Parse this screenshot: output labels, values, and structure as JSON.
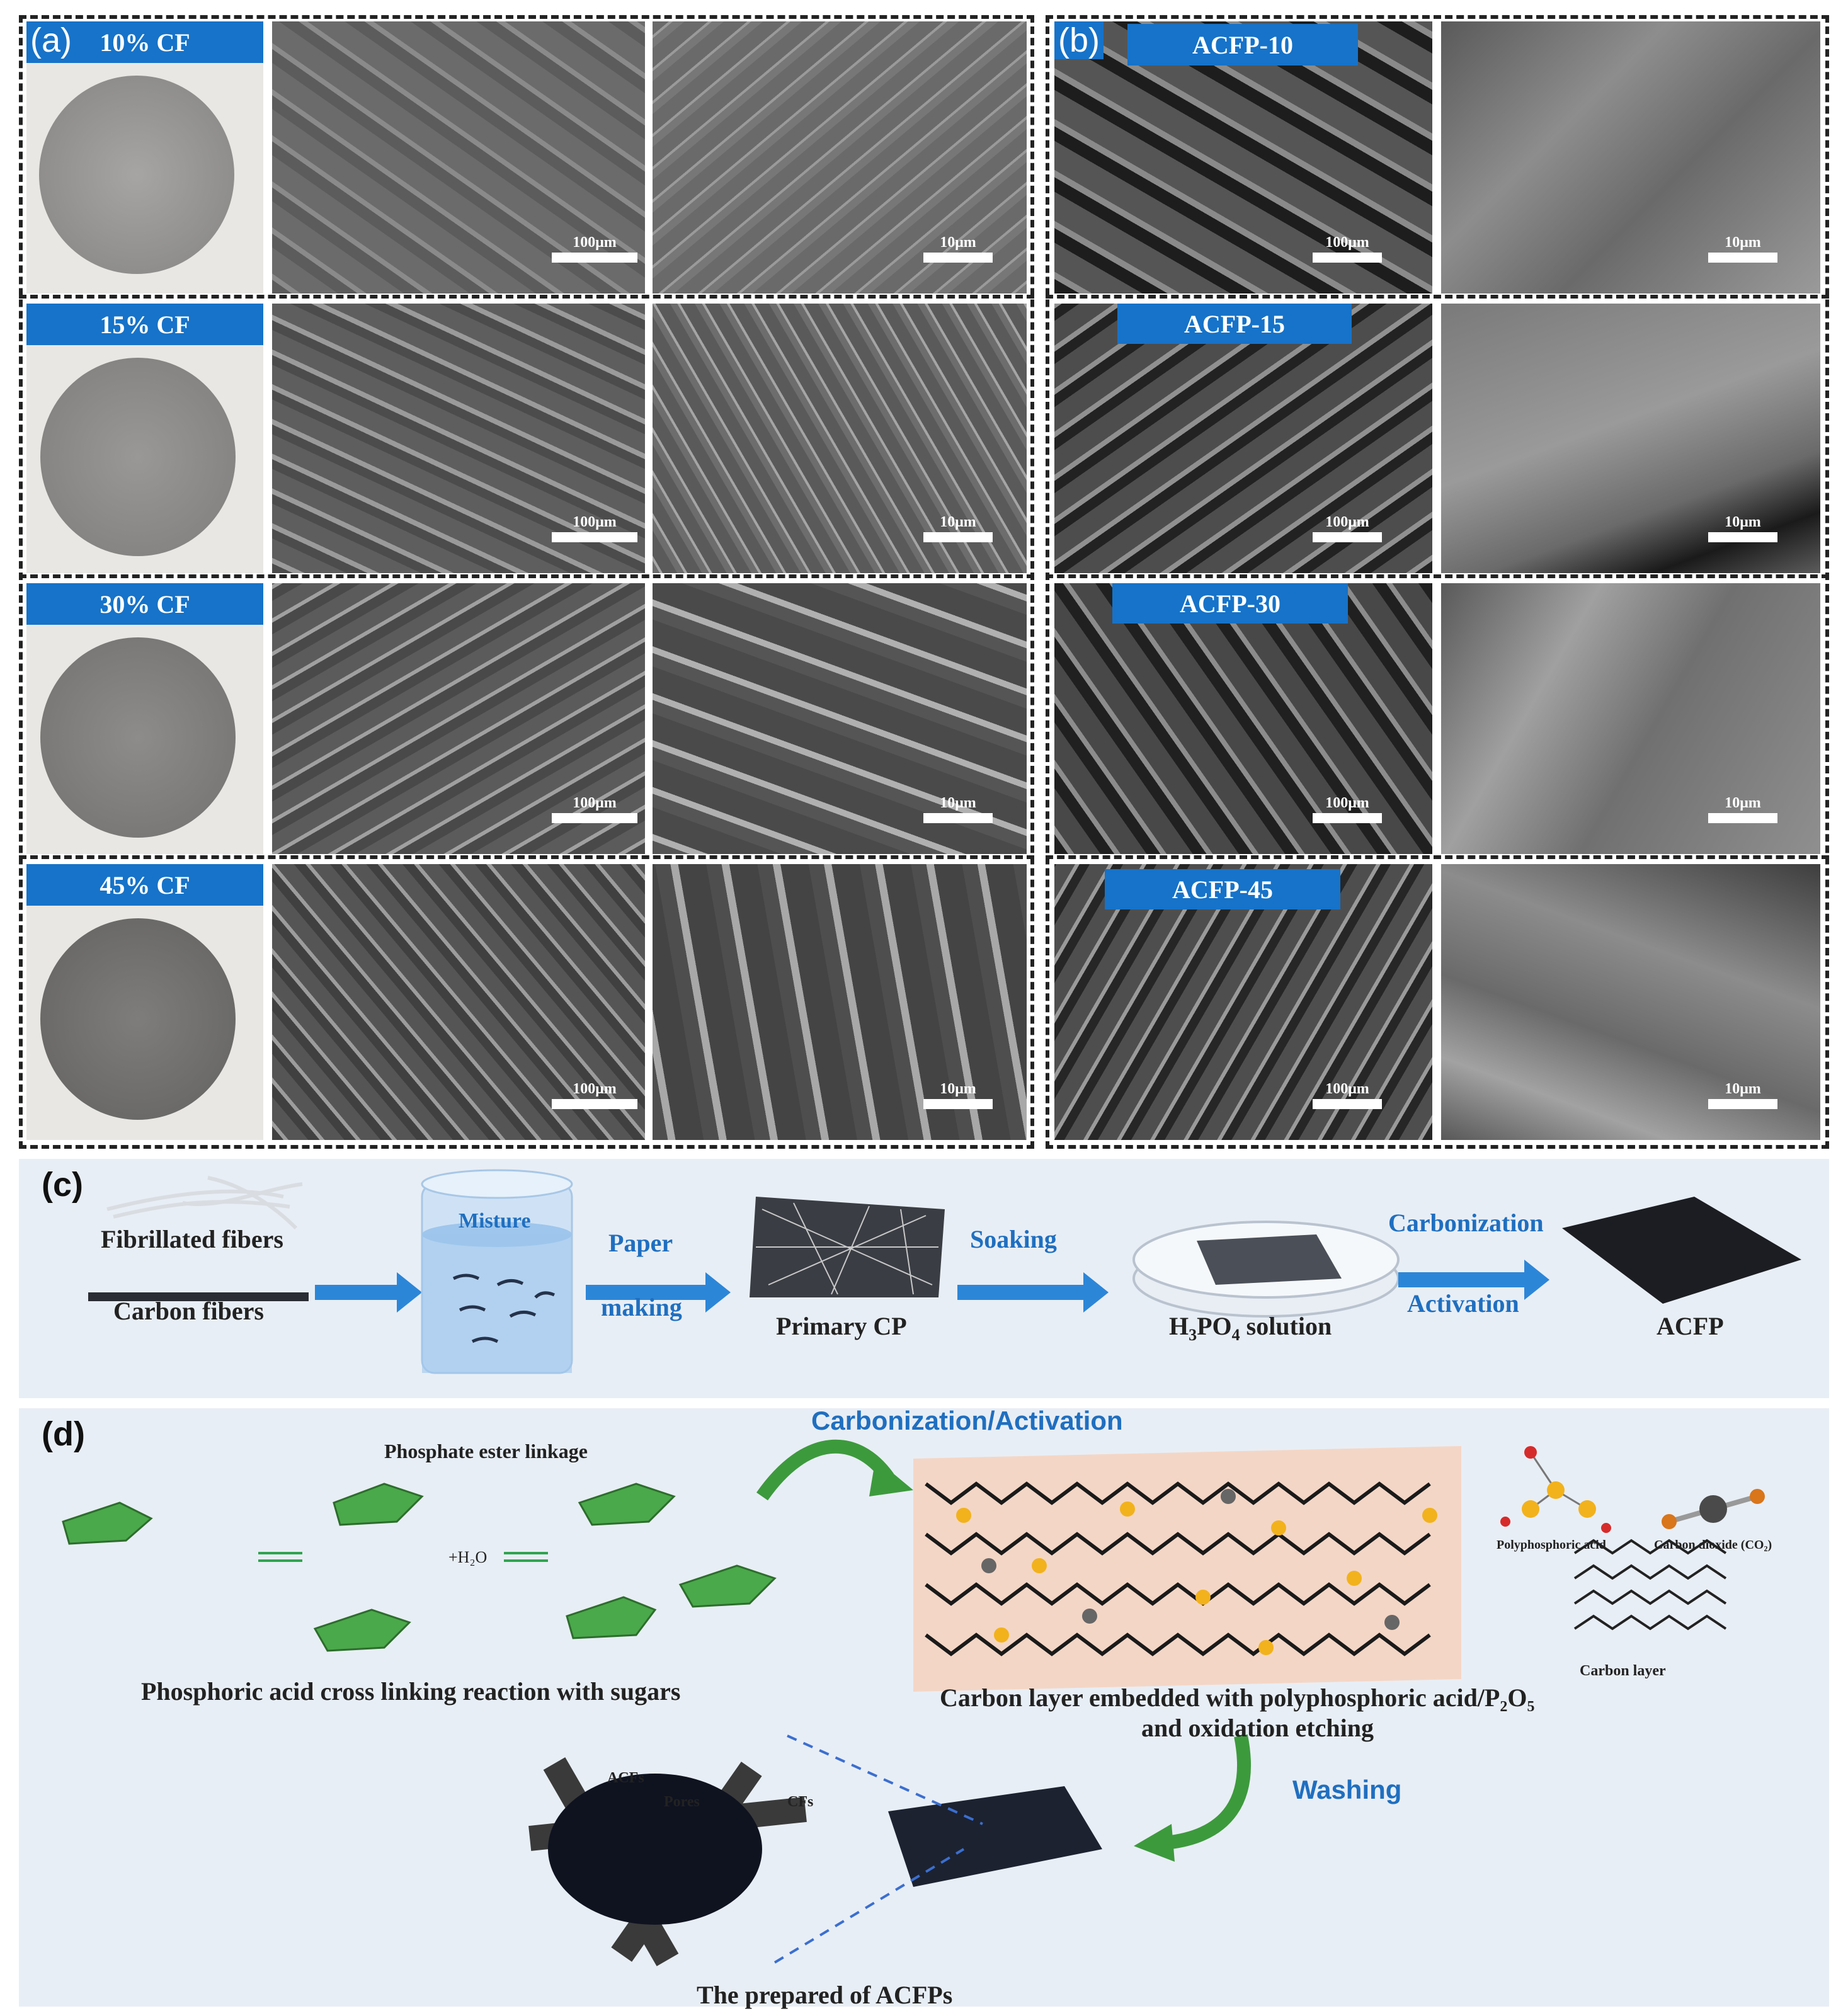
{
  "panel_a": {
    "letter": "(a)",
    "rows": [
      {
        "label": "10% CF",
        "scale_low": "100μm",
        "scale_high": "10μm"
      },
      {
        "label": "15% CF",
        "scale_low": "100μm",
        "scale_high": "10μm"
      },
      {
        "label": "30% CF",
        "scale_low": "100μm",
        "scale_high": "10μm"
      },
      {
        "label": "45% CF",
        "scale_low": "100μm",
        "scale_high": "10μm"
      }
    ]
  },
  "panel_b": {
    "letter": "(b)",
    "rows": [
      {
        "label": "ACFP-10",
        "scale_low": "100μm",
        "scale_high": "10μm"
      },
      {
        "label": "ACFP-15",
        "scale_low": "100μm",
        "scale_high": "10μm"
      },
      {
        "label": "ACFP-30",
        "scale_low": "100μm",
        "scale_high": "10μm"
      },
      {
        "label": "ACFP-45",
        "scale_low": "100μm",
        "scale_high": "10μm"
      }
    ]
  },
  "panel_c": {
    "letter": "(c)",
    "fibrillated": "Fibrillated fibers",
    "carbon_fibers": "Carbon fibers",
    "misture": "Misture",
    "paper": "Paper",
    "making": "making",
    "primary_cp": "Primary CP",
    "soaking": "Soaking",
    "h3po4_pre": "H",
    "h3po4_sub1": "3",
    "h3po4_mid": "PO",
    "h3po4_sub2": "4",
    "h3po4_post": " solution",
    "carbonization": "Carbonization",
    "activation": "Activation",
    "acfp": "ACFP"
  },
  "panel_d": {
    "letter": "(d)",
    "phosphate_ester": "Phosphate ester linkage",
    "carb_act": "Carbonization/Activation",
    "h2o": "+H₂O",
    "reaction_caption": "Phosphoric acid cross linking reaction with sugars",
    "carbon_layer_caption_1": "Carbon layer embedded with polyphosphoric acid/P₂O₅",
    "carbon_layer_caption_2": "and oxidation etching",
    "polyphosphoric": "Polyphosphoric acid",
    "co2": "Carbon dioxide (CO₂)",
    "carbon_layer": "Carbon layer",
    "washing": "Washing",
    "acfs": "ACFs",
    "pores": "Pores",
    "cfs": "CFs",
    "prepared": "The prepared of ACFPs"
  },
  "colors": {
    "label_blue": "#1673c9",
    "text_blue": "#1f6fc0",
    "arrow_green": "#3c9a3c"
  }
}
